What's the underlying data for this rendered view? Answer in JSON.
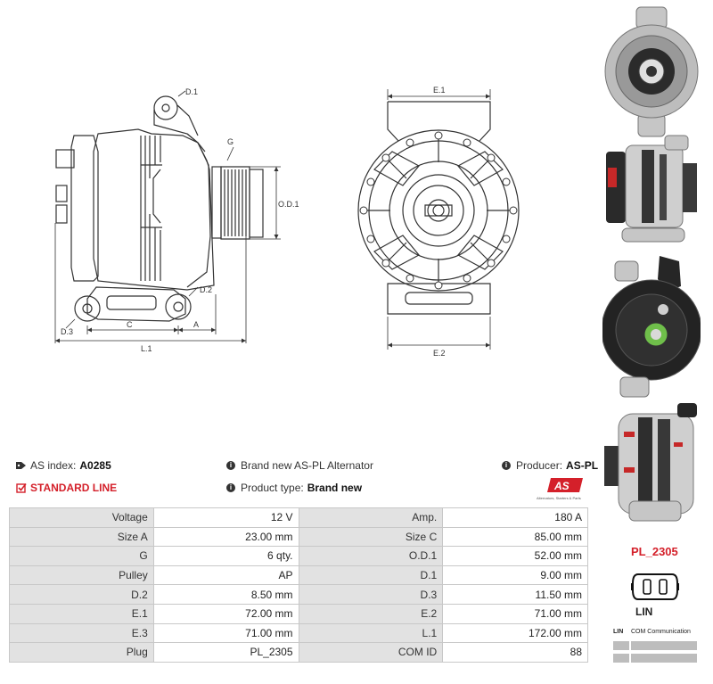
{
  "drawing_labels": {
    "d1": "D.1",
    "d2": "D.2",
    "d3": "D.3",
    "g": "G",
    "od1": "O.D.1",
    "c": "C",
    "a": "A",
    "l1": "L.1",
    "e1": "E.1",
    "e2": "E.2"
  },
  "info": {
    "as_index_label": "AS index:",
    "as_index_value": "A0285",
    "standard_line": "STANDARD LINE",
    "description": "Brand new AS-PL Alternator",
    "product_type_label": "Product type:",
    "product_type_value": "Brand new",
    "producer_label": "Producer:",
    "producer_value": "AS-PL",
    "logo_text": "AS",
    "logo_tagline": "Alternators, Starters & Parts"
  },
  "specs": [
    {
      "k1": "Voltage",
      "v1": "12 V",
      "k2": "Amp.",
      "v2": "180 A"
    },
    {
      "k1": "Size A",
      "v1": "23.00 mm",
      "k2": "Size C",
      "v2": "85.00 mm"
    },
    {
      "k1": "G",
      "v1": "6 qty.",
      "k2": "O.D.1",
      "v2": "52.00 mm"
    },
    {
      "k1": "Pulley",
      "v1": "AP",
      "k2": "D.1",
      "v2": "9.00 mm"
    },
    {
      "k1": "D.2",
      "v1": "8.50 mm",
      "k2": "D.3",
      "v2": "11.50 mm"
    },
    {
      "k1": "E.1",
      "v1": "72.00 mm",
      "k2": "E.2",
      "v2": "71.00 mm"
    },
    {
      "k1": "E.3",
      "v1": "71.00 mm",
      "k2": "L.1",
      "v2": "172.00 mm"
    },
    {
      "k1": "Plug",
      "v1": "PL_2305",
      "k2": "COM ID",
      "v2": "88"
    }
  ],
  "plug": {
    "code": "PL_2305",
    "type": "LIN",
    "table_head_1": "LIN",
    "table_head_2": "COM Communication"
  },
  "colors": {
    "accent_red": "#d4202a",
    "key_cell": "#e2e2e2",
    "border": "#c8c8c8"
  }
}
